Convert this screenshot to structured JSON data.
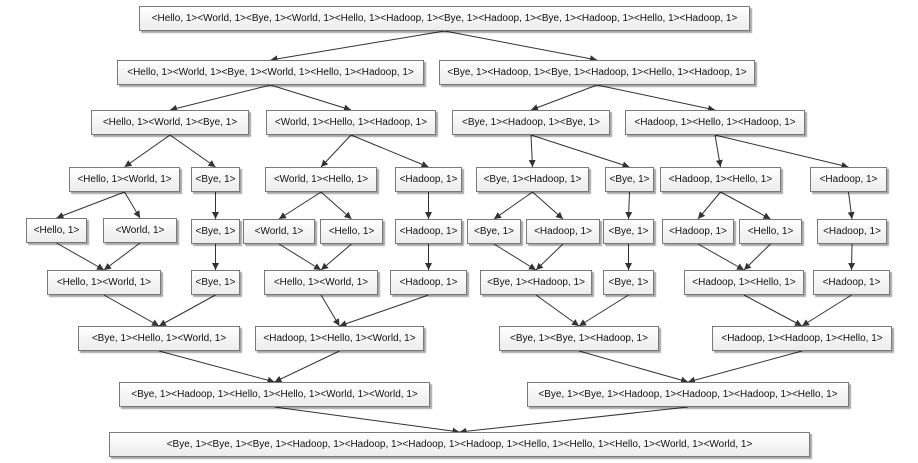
{
  "colors": {
    "edge": "#333333",
    "node_border": "#7a7a7a",
    "node_fill": "#ffffff",
    "text": "#111111"
  },
  "nodes": [
    {
      "id": "n0",
      "label": "<Hello, 1><World, 1><Bye, 1><World, 1><Hello, 1><Hadoop, 1><Bye, 1><Hadoop, 1><Bye, 1><Hadoop, 1><Hello, 1><Hadoop, 1>"
    },
    {
      "id": "n1",
      "label": "<Hello, 1><World, 1><Bye, 1><World, 1><Hello, 1><Hadoop, 1>"
    },
    {
      "id": "n2",
      "label": "<Bye, 1><Hadoop, 1><Bye, 1><Hadoop, 1><Hello, 1><Hadoop, 1>"
    },
    {
      "id": "n3",
      "label": "<Hello, 1><World, 1><Bye, 1>"
    },
    {
      "id": "n4",
      "label": "<World, 1><Hello, 1><Hadoop, 1>"
    },
    {
      "id": "n5",
      "label": "<Bye, 1><Hadoop, 1><Bye, 1>"
    },
    {
      "id": "n6",
      "label": "<Hadoop, 1><Hello, 1><Hadoop, 1>"
    },
    {
      "id": "n7",
      "label": "<Hello, 1><World, 1>"
    },
    {
      "id": "n8",
      "label": "<Bye, 1>"
    },
    {
      "id": "n9",
      "label": "<World, 1><Hello, 1>"
    },
    {
      "id": "n10",
      "label": "<Hadoop, 1>"
    },
    {
      "id": "n11",
      "label": "<Bye, 1><Hadoop, 1>"
    },
    {
      "id": "n12",
      "label": "<Bye, 1>"
    },
    {
      "id": "n13",
      "label": "<Hadoop, 1><Hello, 1>"
    },
    {
      "id": "n14",
      "label": "<Hadoop, 1>"
    },
    {
      "id": "n15",
      "label": "<Hello, 1>"
    },
    {
      "id": "n16",
      "label": "<World, 1>"
    },
    {
      "id": "n17",
      "label": "<Bye, 1>"
    },
    {
      "id": "n18",
      "label": "<World, 1>"
    },
    {
      "id": "n19",
      "label": "<Hello, 1>"
    },
    {
      "id": "n20",
      "label": "<Hadoop, 1>"
    },
    {
      "id": "n21",
      "label": "<Bye, 1>"
    },
    {
      "id": "n22",
      "label": "<Hadoop, 1>"
    },
    {
      "id": "n23",
      "label": "<Bye, 1>"
    },
    {
      "id": "n24",
      "label": "<Hadoop, 1>"
    },
    {
      "id": "n25",
      "label": "<Hello, 1>"
    },
    {
      "id": "n26",
      "label": "<Hadoop, 1>"
    },
    {
      "id": "n27",
      "label": "<Hello, 1><World, 1>"
    },
    {
      "id": "n28",
      "label": "<Bye, 1>"
    },
    {
      "id": "n29",
      "label": "<Hello, 1><World, 1>"
    },
    {
      "id": "n30",
      "label": "<Hadoop, 1>"
    },
    {
      "id": "n31",
      "label": "<Bye, 1><Hadoop, 1>"
    },
    {
      "id": "n32",
      "label": "<Bye, 1>"
    },
    {
      "id": "n33",
      "label": "<Hadoop, 1><Hello, 1>"
    },
    {
      "id": "n34",
      "label": "<Hadoop, 1>"
    },
    {
      "id": "n35",
      "label": "<Bye, 1><Hello, 1><World, 1>"
    },
    {
      "id": "n36",
      "label": "<Hadoop, 1><Hello, 1><World, 1>"
    },
    {
      "id": "n37",
      "label": "<Bye, 1><Bye, 1><Hadoop, 1>"
    },
    {
      "id": "n38",
      "label": "<Hadoop, 1><Hadoop, 1><Hello, 1>"
    },
    {
      "id": "n39",
      "label": "<Bye, 1><Hadoop, 1><Hello, 1><Hello, 1><World, 1><World, 1>"
    },
    {
      "id": "n40",
      "label": "<Bye, 1><Bye, 1><Hadoop, 1><Hadoop, 1><Hadoop, 1><Hello, 1>"
    },
    {
      "id": "n41",
      "label": "<Bye, 1><Bye, 1><Bye, 1><Hadoop, 1><Hadoop, 1><Hadoop, 1><Hadoop, 1><Hello, 1><Hello, 1><Hello, 1><World, 1><World, 1>"
    }
  ],
  "edges": [
    [
      "n0",
      "n1"
    ],
    [
      "n0",
      "n2"
    ],
    [
      "n1",
      "n3"
    ],
    [
      "n1",
      "n4"
    ],
    [
      "n2",
      "n5"
    ],
    [
      "n2",
      "n6"
    ],
    [
      "n3",
      "n7"
    ],
    [
      "n3",
      "n8"
    ],
    [
      "n4",
      "n9"
    ],
    [
      "n4",
      "n10"
    ],
    [
      "n5",
      "n11"
    ],
    [
      "n5",
      "n12"
    ],
    [
      "n6",
      "n13"
    ],
    [
      "n6",
      "n14"
    ],
    [
      "n7",
      "n15"
    ],
    [
      "n7",
      "n16"
    ],
    [
      "n8",
      "n17"
    ],
    [
      "n9",
      "n18"
    ],
    [
      "n9",
      "n19"
    ],
    [
      "n10",
      "n20"
    ],
    [
      "n11",
      "n21"
    ],
    [
      "n11",
      "n22"
    ],
    [
      "n12",
      "n23"
    ],
    [
      "n13",
      "n24"
    ],
    [
      "n13",
      "n25"
    ],
    [
      "n14",
      "n26"
    ],
    [
      "n15",
      "n27"
    ],
    [
      "n16",
      "n27"
    ],
    [
      "n17",
      "n28"
    ],
    [
      "n18",
      "n29"
    ],
    [
      "n19",
      "n29"
    ],
    [
      "n20",
      "n30"
    ],
    [
      "n21",
      "n31"
    ],
    [
      "n22",
      "n31"
    ],
    [
      "n23",
      "n32"
    ],
    [
      "n24",
      "n33"
    ],
    [
      "n25",
      "n33"
    ],
    [
      "n26",
      "n34"
    ],
    [
      "n27",
      "n35"
    ],
    [
      "n28",
      "n35"
    ],
    [
      "n29",
      "n36"
    ],
    [
      "n30",
      "n36"
    ],
    [
      "n31",
      "n37"
    ],
    [
      "n32",
      "n37"
    ],
    [
      "n33",
      "n38"
    ],
    [
      "n34",
      "n38"
    ],
    [
      "n35",
      "n39"
    ],
    [
      "n36",
      "n39"
    ],
    [
      "n37",
      "n40"
    ],
    [
      "n38",
      "n40"
    ],
    [
      "n39",
      "n41"
    ],
    [
      "n40",
      "n41"
    ]
  ]
}
